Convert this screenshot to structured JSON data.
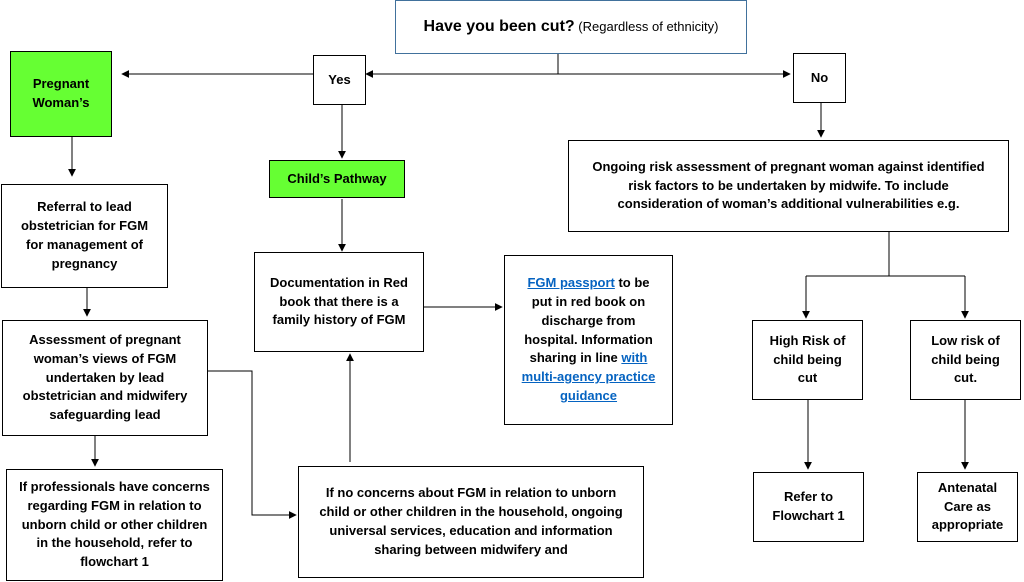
{
  "title": {
    "main": "Have you been cut?",
    "sub": "(Regardless of ethnicity)"
  },
  "yes": "Yes",
  "no": "No",
  "pregnant": "Pregnant Woman’s",
  "child_pathway": "Child’s Pathway",
  "referral": "Referral to lead obstetrician for FGM for management of pregnancy",
  "assessment": "Assessment of pregnant woman’s views of FGM undertaken by lead obstetrician and midwifery safeguarding lead",
  "concerns": "If professionals have concerns regarding FGM in relation to unborn child or other children in the household, refer to flowchart 1",
  "documentation": "Documentation in Red book that there is a family history of FGM",
  "passport": {
    "link1": "FGM passport",
    "text1": " to be put in red book on discharge from hospital. Information sharing in line ",
    "link2": "with multi-agency practice guidance"
  },
  "no_concerns": "If no concerns about FGM in relation to unborn child or other children in the household, ongoing universal services, education and information sharing between midwifery and",
  "ongoing": "Ongoing risk assessment of pregnant woman against identified risk factors to be undertaken by midwife. To include consideration of woman’s additional vulnerabilities e.g.",
  "high_risk": "High Risk of child being cut",
  "low_risk": "Low risk of child being cut.",
  "refer": "Refer to Flowchart 1",
  "antenatal": "Antenatal Care as appropriate"
}
